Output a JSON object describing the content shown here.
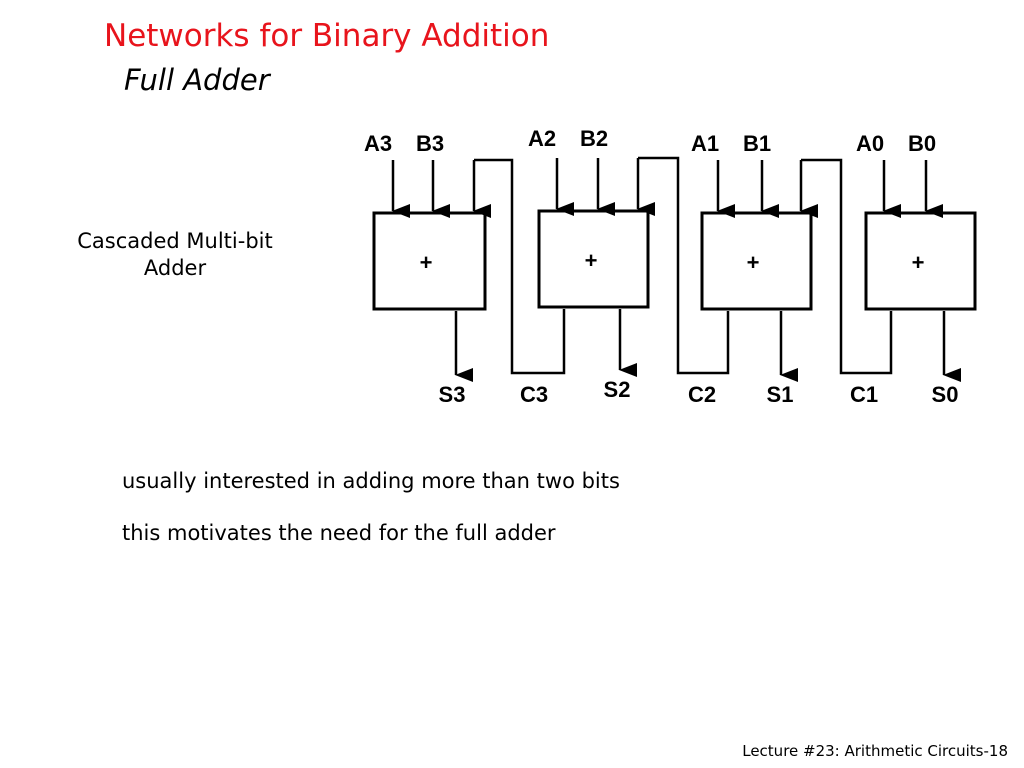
{
  "slide": {
    "title": "Networks for Binary Addition",
    "subtitle": "Full Adder",
    "side_label_line1": "Cascaded Multi-bit",
    "side_label_line2": "Adder",
    "bullets": [
      "usually interested in adding more than two bits",
      "this motivates the need for the full adder"
    ],
    "footer": "Lecture #23: Arithmetic Circuits-18"
  },
  "diagram": {
    "adders": [
      {
        "symbol": "+",
        "input_a": "A3",
        "input_b": "B3",
        "sum": "S3",
        "carry_out": "C3"
      },
      {
        "symbol": "+",
        "input_a": "A2",
        "input_b": "B2",
        "sum": "S2",
        "carry_out": "C2"
      },
      {
        "symbol": "+",
        "input_a": "A1",
        "input_b": "B1",
        "sum": "S1",
        "carry_out": "C1"
      },
      {
        "symbol": "+",
        "input_a": "A0",
        "input_b": "B0",
        "sum": "S0",
        "carry_out": ""
      }
    ]
  }
}
